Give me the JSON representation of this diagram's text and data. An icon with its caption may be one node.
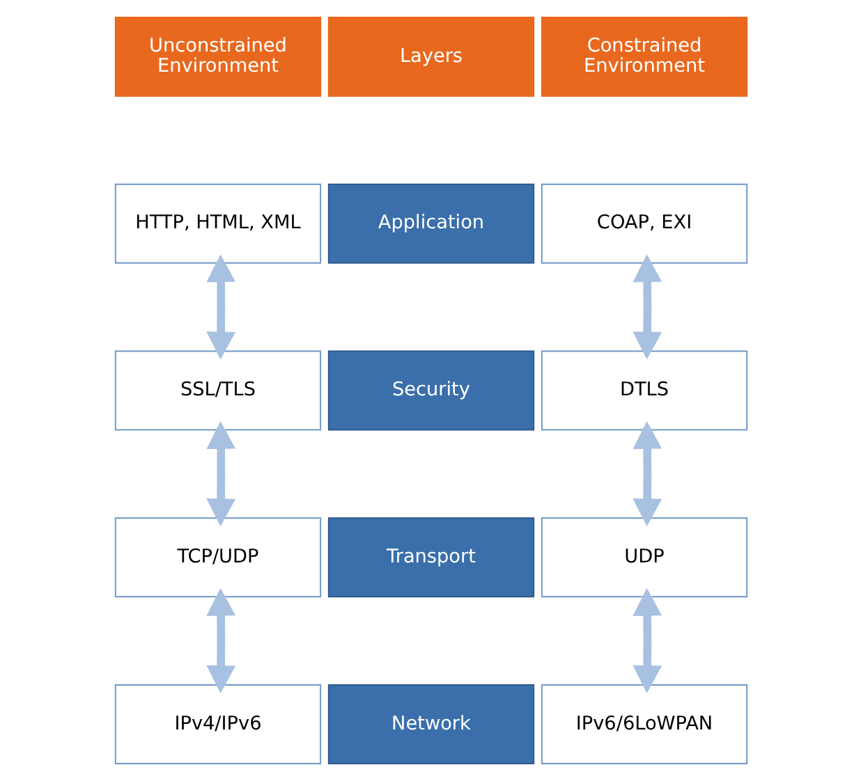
{
  "diagram": {
    "nodes": [
      {
        "text": [
          "Unconstrained Environment"
        ]
      },
      {
        "text": [
          "Layers"
        ]
      },
      {
        "text": [
          "Constrained Environment"
        ]
      },
      {
        "text": [
          "HTTP, HTML, XML"
        ]
      },
      {
        "text": [
          "Application"
        ]
      },
      {
        "text": [
          "COAP, EXI"
        ]
      },
      {
        "text": [
          "SSL/TLS"
        ]
      },
      {
        "text": [
          "Security"
        ]
      },
      {
        "text": [
          "DTLS"
        ]
      },
      {
        "text": [
          "TCP/UDP"
        ]
      },
      {
        "text": [
          "Transport"
        ]
      },
      {
        "text": [
          "UDP"
        ]
      },
      {
        "text": [
          "IPv4/IPv6"
        ]
      },
      {
        "text": [
          "Network"
        ]
      },
      {
        "text": [
          "IPv6/6LoWPAN"
        ]
      }
    ],
    "edges": [
      {
        "from": 3,
        "to": 6,
        "arrow": "both"
      },
      {
        "from": 5,
        "to": 8,
        "arrow": "both"
      },
      {
        "from": 6,
        "to": 9,
        "arrow": "both"
      },
      {
        "from": 8,
        "to": 11,
        "arrow": "both"
      },
      {
        "from": 9,
        "to": 12,
        "arrow": "both"
      },
      {
        "from": 11,
        "to": 14,
        "arrow": "both"
      }
    ]
  }
}
